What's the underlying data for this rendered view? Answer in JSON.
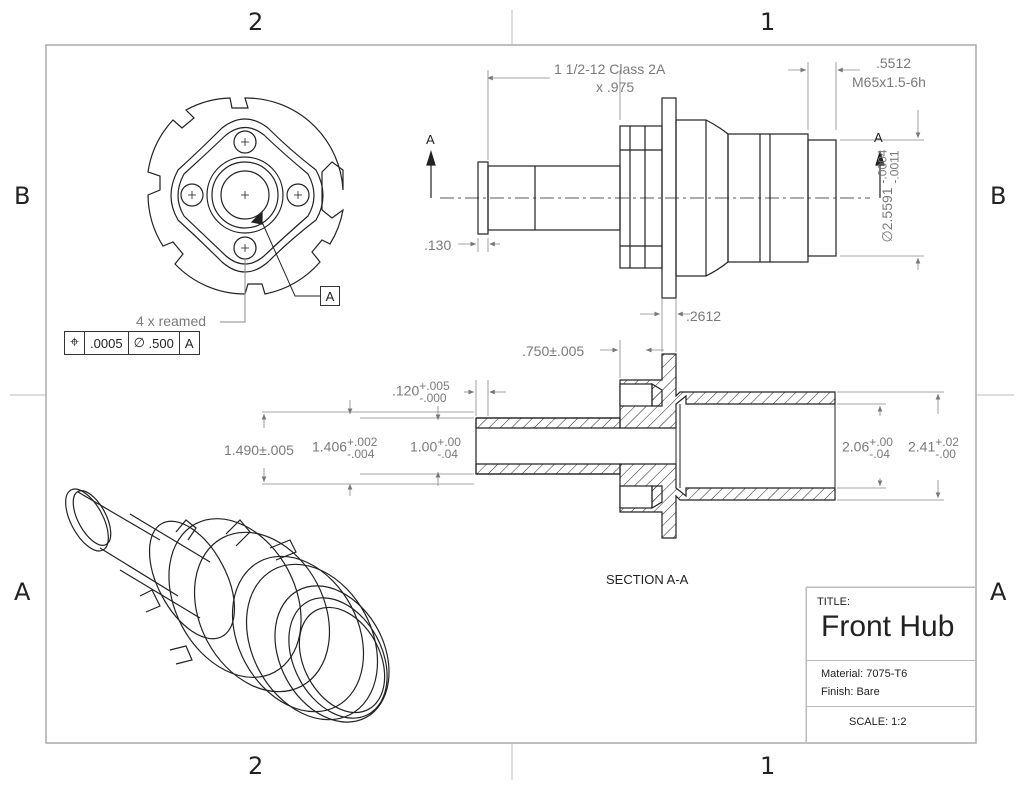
{
  "zones": {
    "top": [
      "2",
      "1"
    ],
    "bottom": [
      "2",
      "1"
    ],
    "left": [
      "B",
      "A"
    ],
    "right": [
      "B",
      "A"
    ]
  },
  "front_view": {
    "reamed_note": "4 x reamed",
    "fcf": {
      "symbol": "⌖",
      "tolerance": ".0005",
      "diameter_symbol": "∅",
      "size": ".500",
      "datum": "A"
    },
    "datum_label": "A"
  },
  "side_view": {
    "thread_label_1": "1 1/2-12 Class 2A",
    "thread_label_2": "x .975",
    "metric_dim": ".5512",
    "metric_thread": "M65x1.5-6h",
    "groove_dim": ".130",
    "diameter_label": "∅2.5591",
    "diameter_tol_upper": "-.0004",
    "diameter_tol_lower": "-.0011",
    "section_arrow_left": "A",
    "section_arrow_right": "A"
  },
  "section_view": {
    "dim_2612": ".2612",
    "dim_750": ".750±.005",
    "dim_120": ".120",
    "dim_120_upper": "+.005",
    "dim_120_lower": "-.000",
    "dim_1490": "1.490±.005",
    "dim_1406": "1.406",
    "dim_1406_upper": "+.002",
    "dim_1406_lower": "-.004",
    "dim_100": "1.00",
    "dim_100_upper": "+.00",
    "dim_100_lower": "-.04",
    "dim_206": "2.06",
    "dim_206_upper": "+.00",
    "dim_206_lower": "-.04",
    "dim_241": "2.41",
    "dim_241_upper": "+.02",
    "dim_241_lower": "-.00",
    "label": "SECTION A-A"
  },
  "title_block": {
    "title_label": "TITLE:",
    "title": "Front Hub",
    "material": "Material: 7075-T6",
    "finish": "Finish: Bare",
    "scale": "SCALE: 1:2"
  }
}
